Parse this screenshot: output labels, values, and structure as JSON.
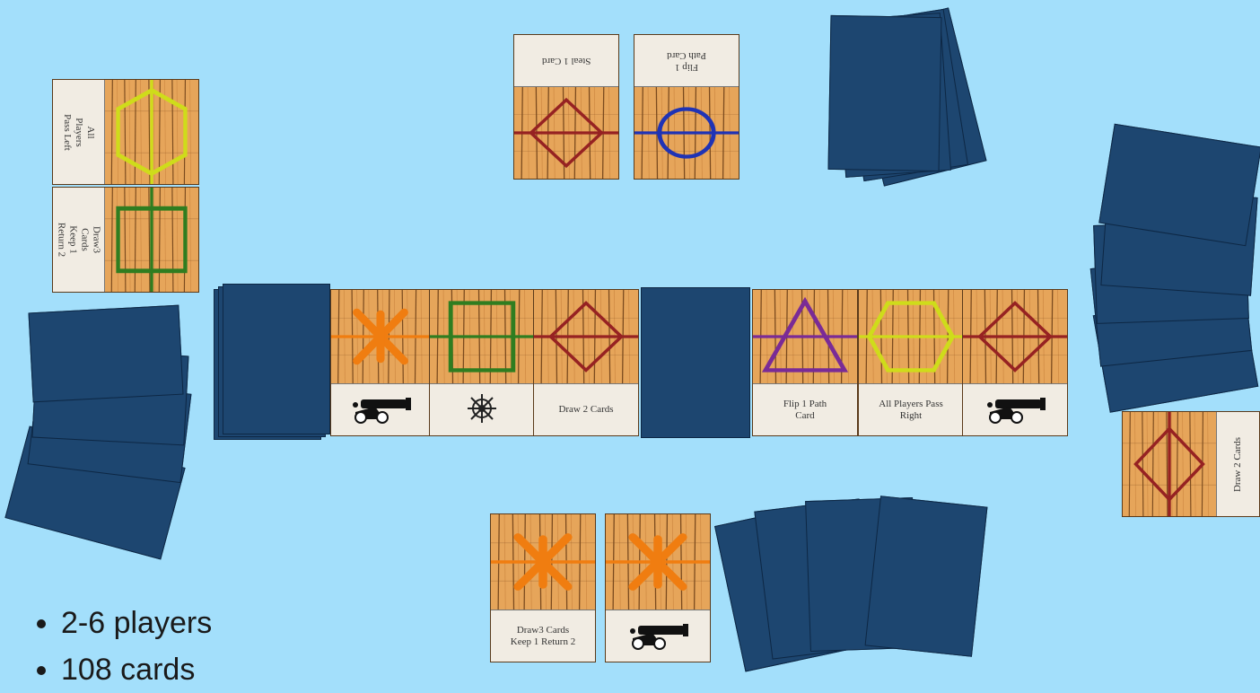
{
  "colors": {
    "background": "#a3dffb",
    "card_back": "#1d4670",
    "wood": "#e6a55a",
    "orange": "#f07d10",
    "green": "#2f7d20",
    "red": "#962222",
    "blue": "#1f33b5",
    "purple": "#7a2b96",
    "yellow": "#cfdc1a"
  },
  "top_player_played": [
    {
      "label": "Steal 1 Card",
      "symbol": "diamond",
      "color": "red"
    },
    {
      "label": "Flip 1 Path Card",
      "symbol": "circle",
      "color": "blue"
    }
  ],
  "left_player_played": [
    {
      "label": "All Players Pass Left",
      "symbol": "hexagon",
      "color": "yellow"
    },
    {
      "label": "Draw3 Cards Keep 1 Return 2",
      "symbol": "square",
      "color": "green"
    }
  ],
  "right_player_played": [
    {
      "label": "Draw 2 Cards",
      "symbol": "diamond",
      "color": "red"
    }
  ],
  "bottom_player_played": [
    {
      "label": "Draw3 Cards Keep 1 Return 2",
      "symbol": "asterisk",
      "color": "orange"
    },
    {
      "label": "",
      "icon": "cannon-icon",
      "symbol": "asterisk",
      "color": "orange"
    }
  ],
  "path_row": [
    {
      "label": "",
      "icon": "cannon-icon",
      "symbol": "asterisk",
      "color": "orange"
    },
    {
      "label": "",
      "icon": "ship-wheel-icon",
      "symbol": "square",
      "color": "green"
    },
    {
      "label": "Draw 2 Cards",
      "symbol": "diamond",
      "color": "red"
    },
    {
      "label": "",
      "facedown": true
    },
    {
      "label": "Flip 1 Path Card",
      "symbol": "triangle",
      "color": "purple"
    },
    {
      "label": "All Players Pass Right",
      "symbol": "hexagon",
      "color": "yellow"
    },
    {
      "label": "",
      "icon": "cannon-icon",
      "symbol": "diamond",
      "color": "red"
    }
  ],
  "notes": [
    "2-6 players",
    "108 cards"
  ]
}
